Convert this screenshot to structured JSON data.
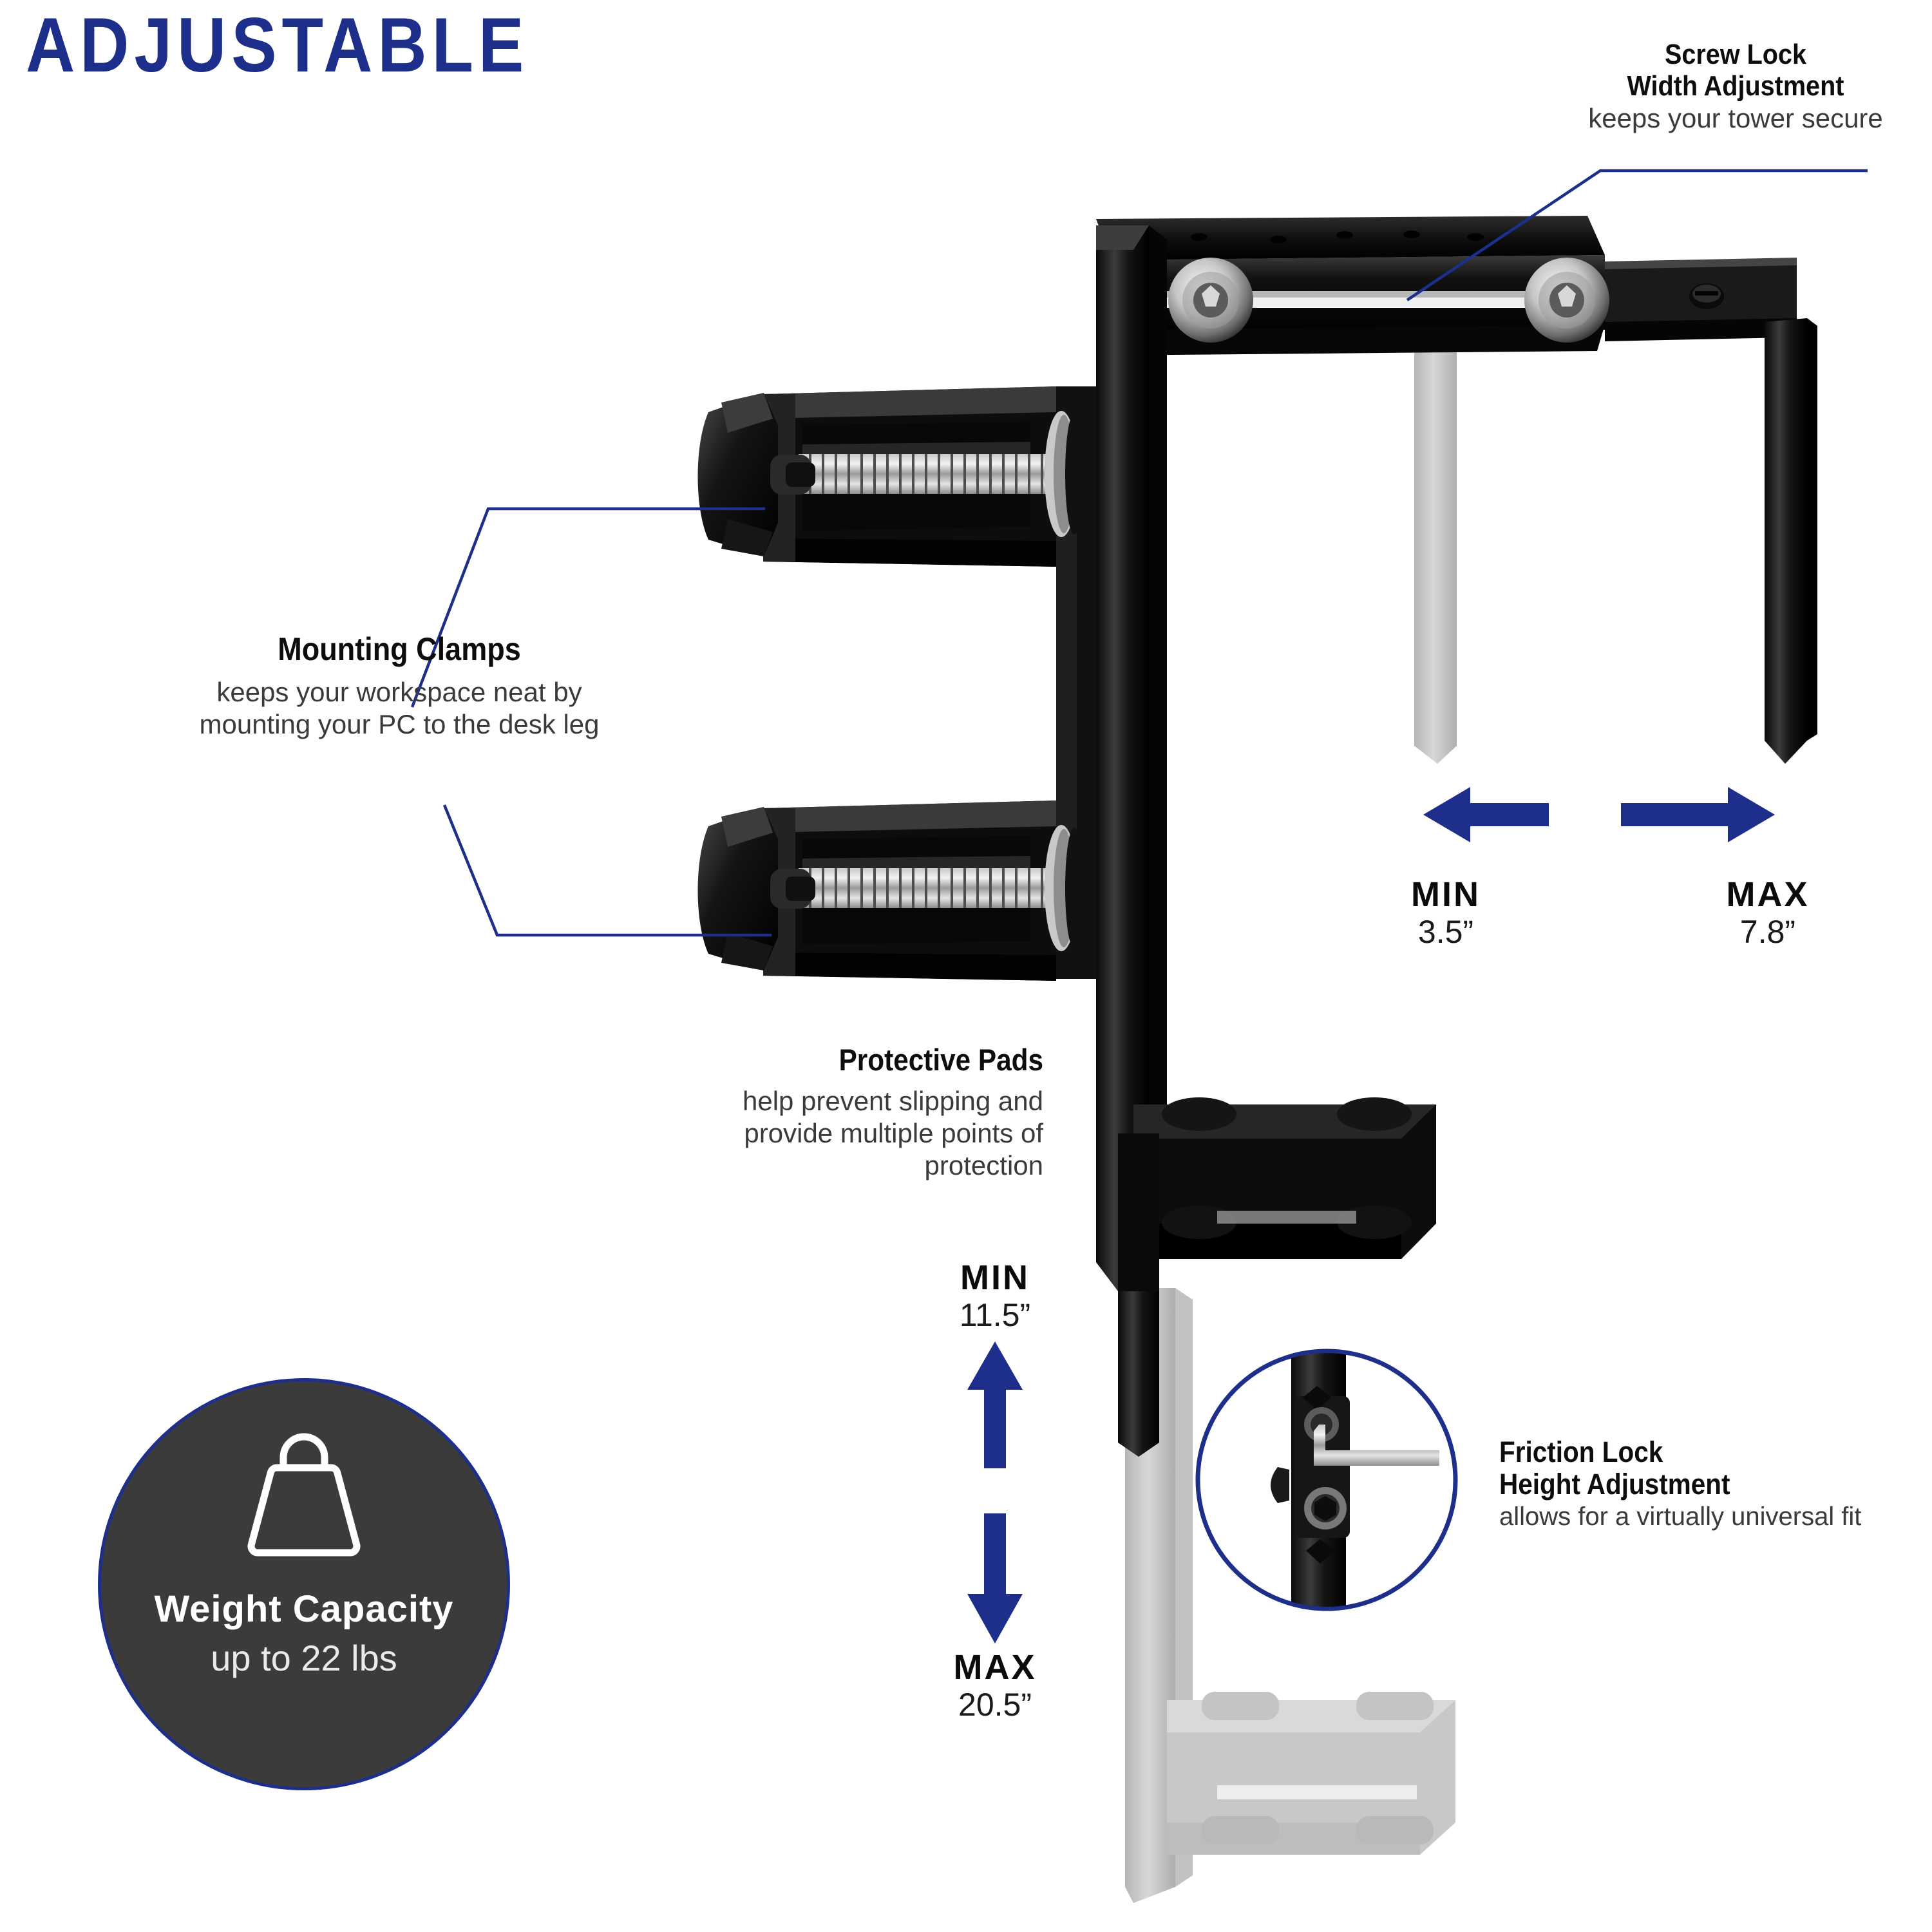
{
  "page": {
    "title": "ADJUSTABLE",
    "brand_blue": "#1d2f8a",
    "badge_fill": "#3b3b3b",
    "background": "#ffffff"
  },
  "callouts": [
    {
      "id": "screw-lock",
      "title_line1": "Screw Lock",
      "title_line2": "Width Adjustment",
      "subtitle": "keeps your tower secure"
    },
    {
      "id": "mounting-clamps",
      "title_line1": "Mounting Clamps",
      "subtitle_line1": "keeps your workspace neat by",
      "subtitle_line2": "mounting your PC to the desk leg"
    },
    {
      "id": "protective-pads",
      "title_line1": "Protective Pads",
      "subtitle_line1": "help prevent slipping and",
      "subtitle_line2": "provide multiple points of",
      "subtitle_line3": "protection"
    },
    {
      "id": "friction-lock",
      "title_line1": "Friction Lock",
      "title_line2": "Height Adjustment",
      "subtitle": "allows for a virtually universal fit"
    }
  ],
  "measurements": {
    "width": {
      "min_label": "MIN",
      "min_value": "3.5”",
      "max_label": "MAX",
      "max_value": "7.8”"
    },
    "height": {
      "min_label": "MIN",
      "min_value": "11.5”",
      "max_label": "MAX",
      "max_value": "20.5”"
    }
  },
  "badge": {
    "icon": "weight-icon",
    "line1": "Weight Capacity",
    "line2": "up to 22 lbs"
  }
}
